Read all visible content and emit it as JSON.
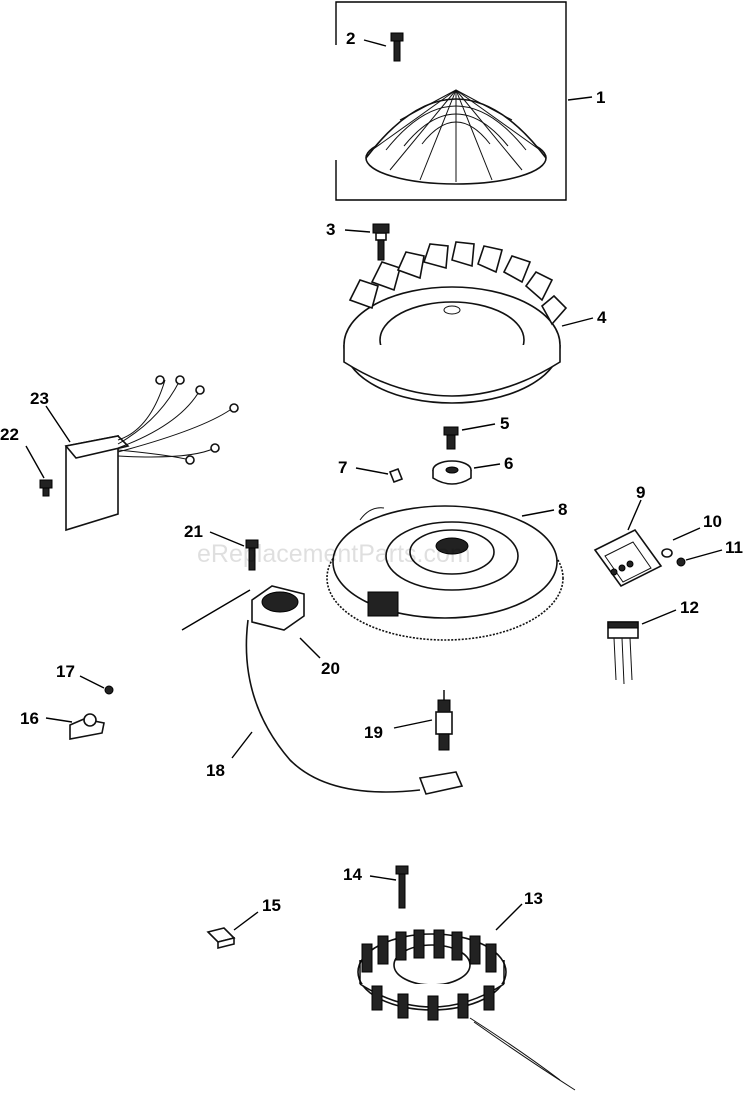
{
  "watermark": "eReplacementParts.com",
  "callouts": [
    {
      "id": "1",
      "text": "1"
    },
    {
      "id": "2",
      "text": "2"
    },
    {
      "id": "3",
      "text": "3"
    },
    {
      "id": "4",
      "text": "4"
    },
    {
      "id": "5",
      "text": "5"
    },
    {
      "id": "6",
      "text": "6"
    },
    {
      "id": "7",
      "text": "7"
    },
    {
      "id": "8",
      "text": "8"
    },
    {
      "id": "9",
      "text": "9"
    },
    {
      "id": "10",
      "text": "10"
    },
    {
      "id": "11",
      "text": "11"
    },
    {
      "id": "12",
      "text": "12"
    },
    {
      "id": "13",
      "text": "13"
    },
    {
      "id": "14",
      "text": "14"
    },
    {
      "id": "15",
      "text": "15"
    },
    {
      "id": "16",
      "text": "16"
    },
    {
      "id": "17",
      "text": "17"
    },
    {
      "id": "18",
      "text": "18"
    },
    {
      "id": "19",
      "text": "19"
    },
    {
      "id": "20",
      "text": "20"
    },
    {
      "id": "21",
      "text": "21"
    },
    {
      "id": "22",
      "text": "22"
    },
    {
      "id": "23",
      "text": "23"
    }
  ]
}
